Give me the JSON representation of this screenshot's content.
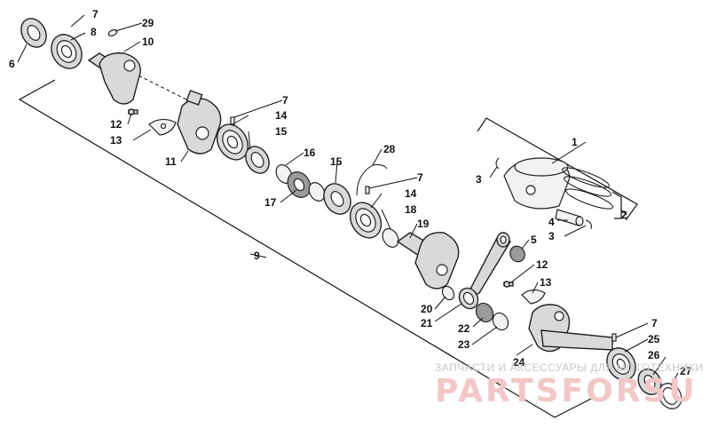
{
  "diagram": {
    "callouts": {
      "c1": "1",
      "c2": "2",
      "c3a": "3",
      "c3b": "3",
      "c4": "4",
      "c5": "5",
      "c6": "6",
      "c7a": "7",
      "c7b": "7",
      "c7c": "7",
      "c7d": "7",
      "c8": "8",
      "c9": "9",
      "c10": "10",
      "c11": "11",
      "c12a": "12",
      "c12b": "12",
      "c13a": "13",
      "c13b": "13",
      "c14a": "14",
      "c14b": "14",
      "c15a": "15",
      "c15b": "15",
      "c16": "16",
      "c17": "17",
      "c18": "18",
      "c19": "19",
      "c20": "20",
      "c21": "21",
      "c22": "22",
      "c23": "23",
      "c24": "24",
      "c25": "25",
      "c26": "26",
      "c27": "27",
      "c28": "28",
      "c29": "29"
    }
  },
  "watermark": {
    "caption": "ЗАПЧАСТИ И АКСЕССУАРЫ ДЛЯ МОТОТЕХНИКИ",
    "logo": "PARTSFORSU"
  }
}
